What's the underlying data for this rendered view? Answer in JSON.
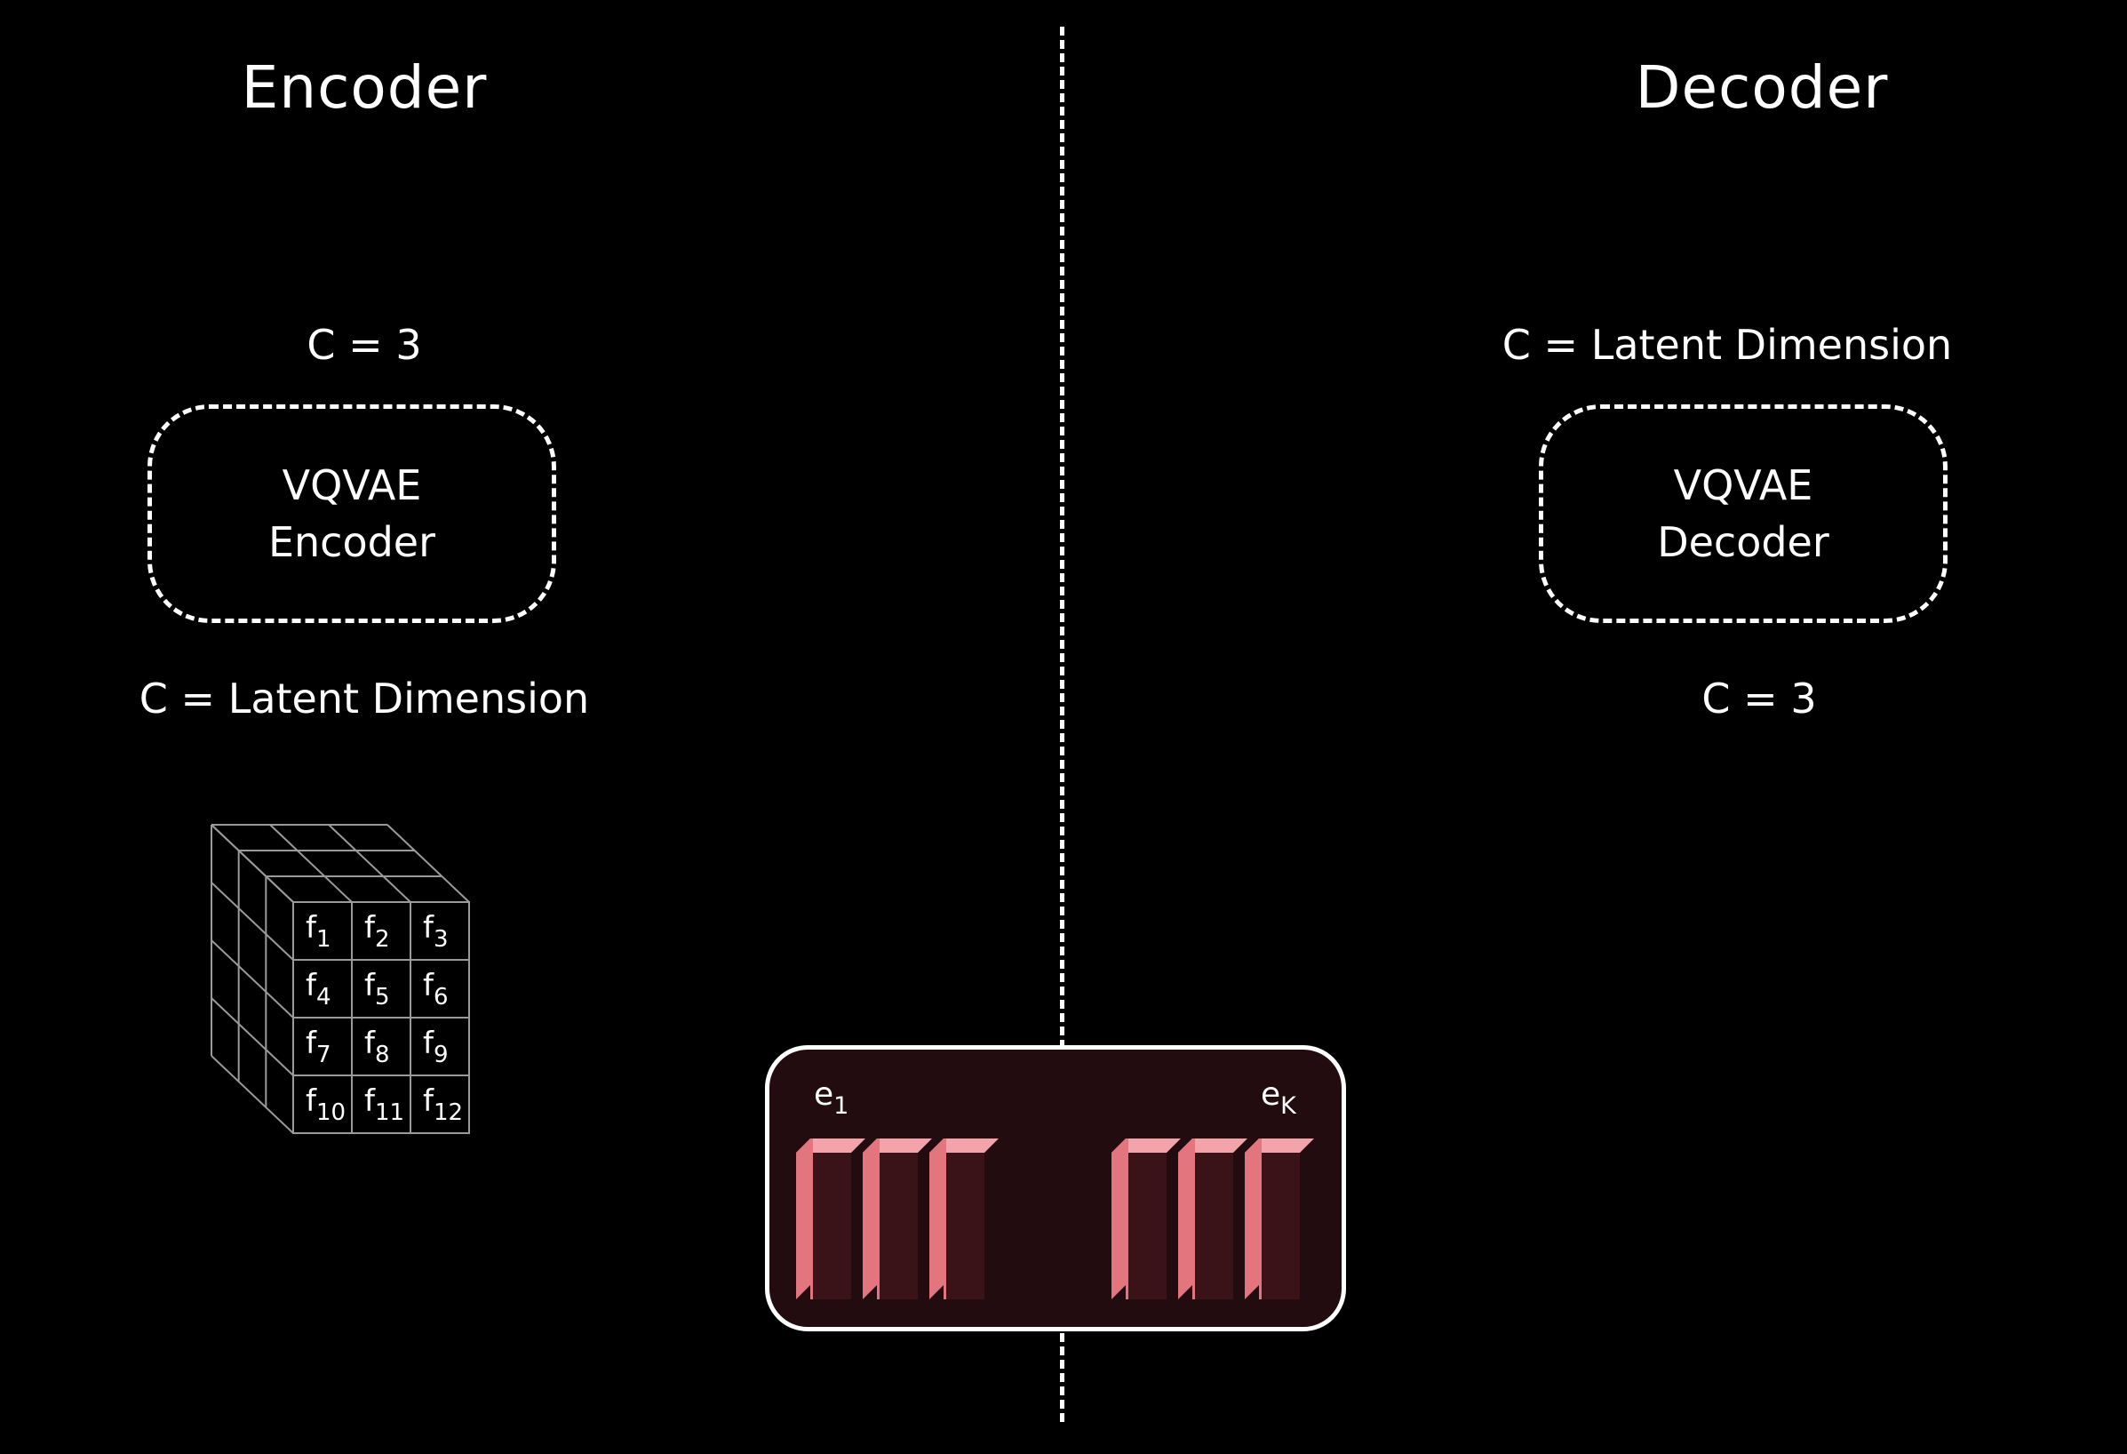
{
  "encoder": {
    "title": "Encoder",
    "input_channels": "C = 3",
    "block_line1": "VQVAE",
    "block_line2": "Encoder",
    "output_channels": "C = Latent Dimension",
    "feature_grid": [
      [
        {
          "b": "f",
          "s": "1"
        },
        {
          "b": "f",
          "s": "2"
        },
        {
          "b": "f",
          "s": "3"
        }
      ],
      [
        {
          "b": "f",
          "s": "4"
        },
        {
          "b": "f",
          "s": "5"
        },
        {
          "b": "f",
          "s": "6"
        }
      ],
      [
        {
          "b": "f",
          "s": "7"
        },
        {
          "b": "f",
          "s": "8"
        },
        {
          "b": "f",
          "s": "9"
        }
      ],
      [
        {
          "b": "f",
          "s": "10"
        },
        {
          "b": "f",
          "s": "11"
        },
        {
          "b": "f",
          "s": "12"
        }
      ]
    ]
  },
  "decoder": {
    "title": "Decoder",
    "input_channels": "C = Latent Dimension",
    "block_line1": "VQVAE",
    "block_line2": "Decoder",
    "output_channels": "C = 3"
  },
  "codebook": {
    "first_label": {
      "b": "e",
      "s": "1"
    },
    "last_label": {
      "b": "e",
      "s": "K"
    },
    "left_group_count": 3,
    "right_group_count": 3
  },
  "colors": {
    "background": "#000000",
    "foreground": "#ffffff",
    "codebook_bg": "#220c0f",
    "bar_front": "#3a1318",
    "bar_side": "#e2757d",
    "bar_top": "#f3a4aa"
  }
}
